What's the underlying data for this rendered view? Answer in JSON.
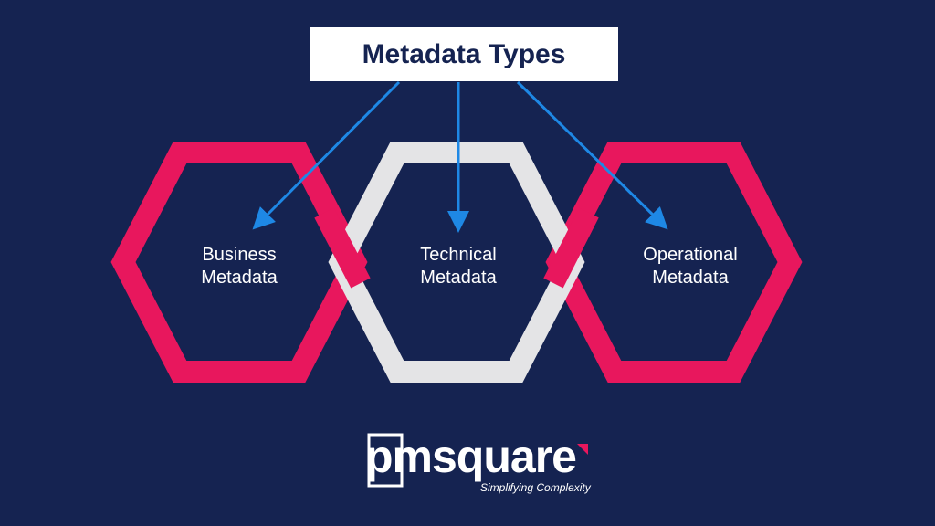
{
  "title": "Metadata Types",
  "types": [
    {
      "line1": "Business",
      "line2": "Metadata",
      "color": "#e8175d"
    },
    {
      "line1": "Technical",
      "line2": "Metadata",
      "color": "#e4e4e6"
    },
    {
      "line1": "Operational",
      "line2": "Metadata",
      "color": "#e8175d"
    }
  ],
  "arrow_color": "#1e88e5",
  "background_color": "#152351",
  "logo": {
    "word": "pmsquare",
    "tagline": "Simplifying Complexity"
  }
}
